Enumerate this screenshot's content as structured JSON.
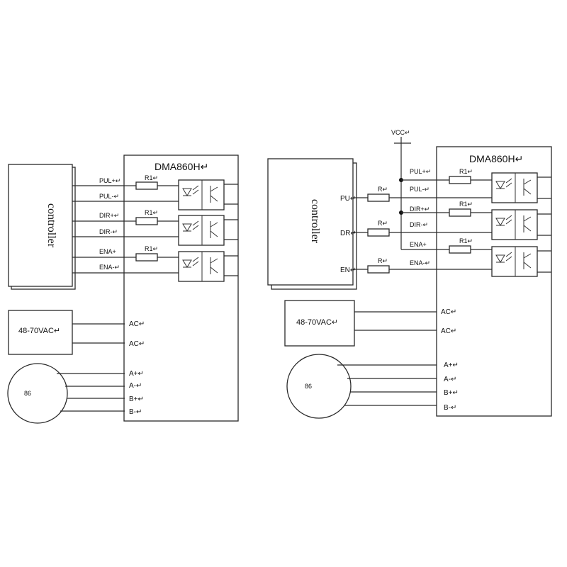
{
  "left": {
    "driver_title": "DMA860H↵",
    "controller_label": "controller",
    "signals": [
      "PUL+↵",
      "PUL-↵",
      "DIR+↵",
      "DIR-↵",
      "ENA+",
      "ENA-↵"
    ],
    "resistors": [
      "R1↵",
      "R1↵",
      "R1↵"
    ],
    "power_supply": "48-70VAC↵",
    "power_terminals": [
      "AC↵",
      "AC↵"
    ],
    "motor_label": "86",
    "motor_terminals": [
      "A+↵",
      "A-↵",
      "B+↵",
      "B-↵"
    ]
  },
  "right": {
    "driver_title": "DMA860H↵",
    "controller_label": "controller",
    "vcc_label": "VCC↵",
    "controller_pins": [
      "PU↵",
      "DR↵",
      "EN↵"
    ],
    "controller_resistors": [
      "R↵",
      "R↵",
      "R↵"
    ],
    "signals": [
      "PUL+↵",
      "PUL-↵",
      "DIR+↵",
      "DIR-↵",
      "ENA+",
      "ENA-↵"
    ],
    "resistors": [
      "R1↵",
      "R1↵",
      "R1↵"
    ],
    "power_supply": "48-70VAC↵",
    "power_terminals": [
      "AC↵",
      "AC↵"
    ],
    "motor_label": "86",
    "motor_terminals": [
      "A+↵",
      "A-↵",
      "B+↵",
      "B-↵"
    ]
  }
}
